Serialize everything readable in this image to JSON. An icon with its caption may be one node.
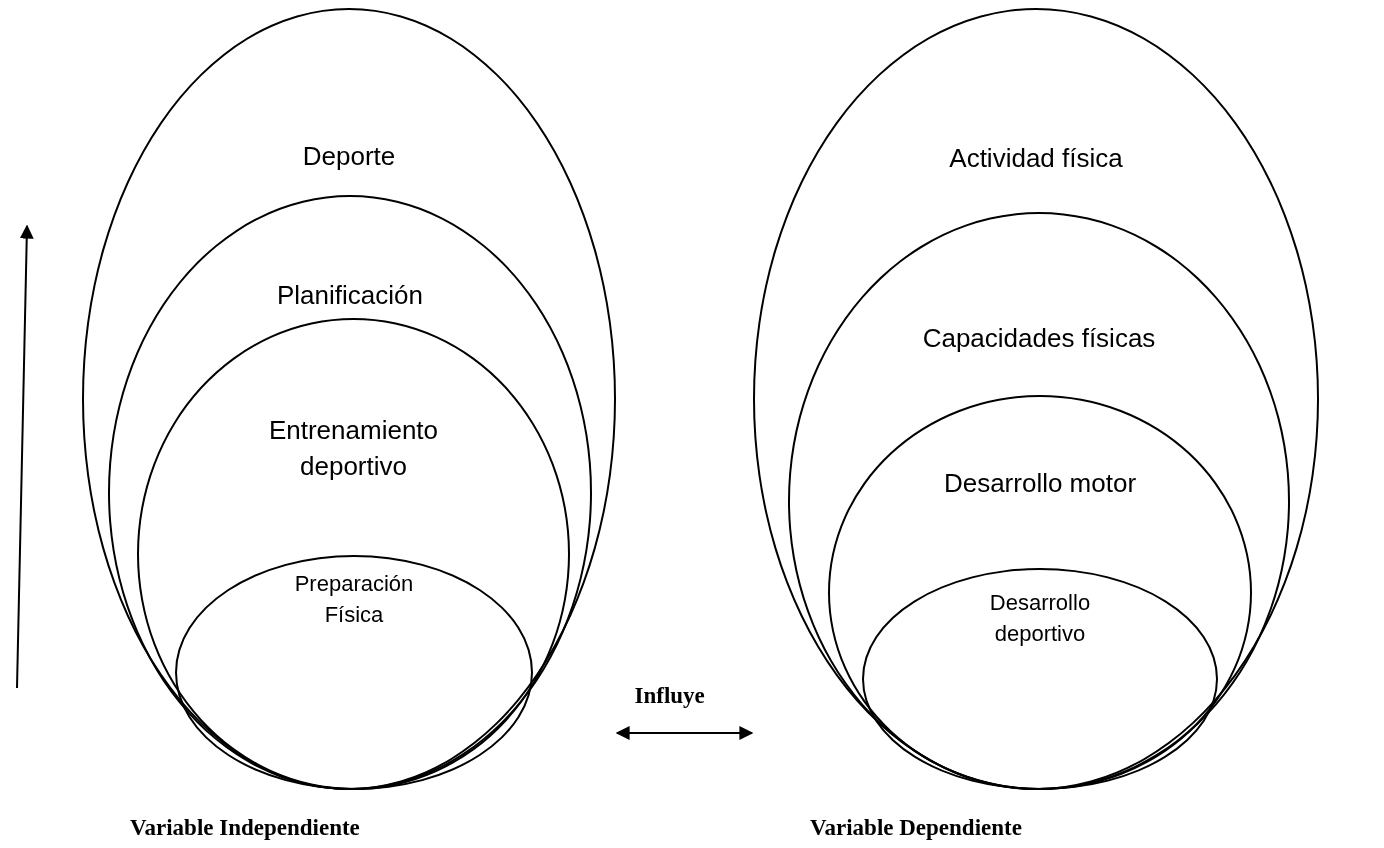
{
  "diagram": {
    "nodes": [
      {
        "text": [
          "Deporte"
        ],
        "beside": [
          "Variable Independiente"
        ]
      },
      {
        "text": [
          "Planificación"
        ],
        "in": 0
      },
      {
        "text": [
          "Entrenamiento deportivo"
        ],
        "in": 1
      },
      {
        "text": [
          "Preparación Física"
        ],
        "in": 2
      },
      {
        "text": [
          "Actividad física"
        ],
        "beside": [
          "Variable Dependiente"
        ]
      },
      {
        "text": [
          "Capacidades físicas"
        ],
        "in": 4
      },
      {
        "text": [
          "Desarrollo motor"
        ],
        "in": 5
      },
      {
        "text": [
          "Desarrollo deportivo"
        ],
        "in": 6
      }
    ],
    "edges": [
      {
        "from": 0,
        "to": 4,
        "arrow": "both",
        "label": "Influye"
      }
    ]
  }
}
